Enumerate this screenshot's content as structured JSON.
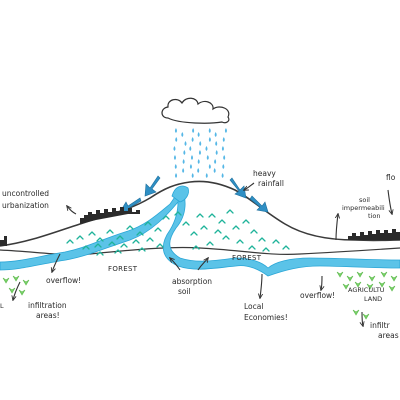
{
  "labels": {
    "heavy_rainfall_1": "heavy",
    "heavy_rainfall_2": "rainfall",
    "uncontrolled_1": "uncontrolled",
    "uncontrolled_2": "urbanization",
    "forest_left": "FOREST",
    "forest_right": "FOREST",
    "absorption_1": "absorption",
    "absorption_2": "soil",
    "overflow_left": "overflow!",
    "overflow_right": "overflow!",
    "infiltration_left_1": "infiltration",
    "infiltration_left_2": "areas!",
    "local_econ_1": "Local",
    "local_econ_2": "Economies!",
    "soil_imperm_1": "soil",
    "soil_imperm_2": "impermeabili",
    "soil_imperm_3": "tion",
    "flood_cut": "flo",
    "agri_1": "AGRICULTU",
    "agri_2": "LAND",
    "infiltration_right_1": "infiltr",
    "infiltration_right_2": "areas",
    "left_edge_cut": "L"
  },
  "colors": {
    "water": "#5bc3e8",
    "water_edge": "#2aa6d6",
    "rain": "#55b7e6",
    "arrow_blue": "#2f8fc4",
    "vegetation": "#1fb39a",
    "agri_green": "#7bd36a",
    "ink": "#333333",
    "city": "#2b2b2b"
  }
}
